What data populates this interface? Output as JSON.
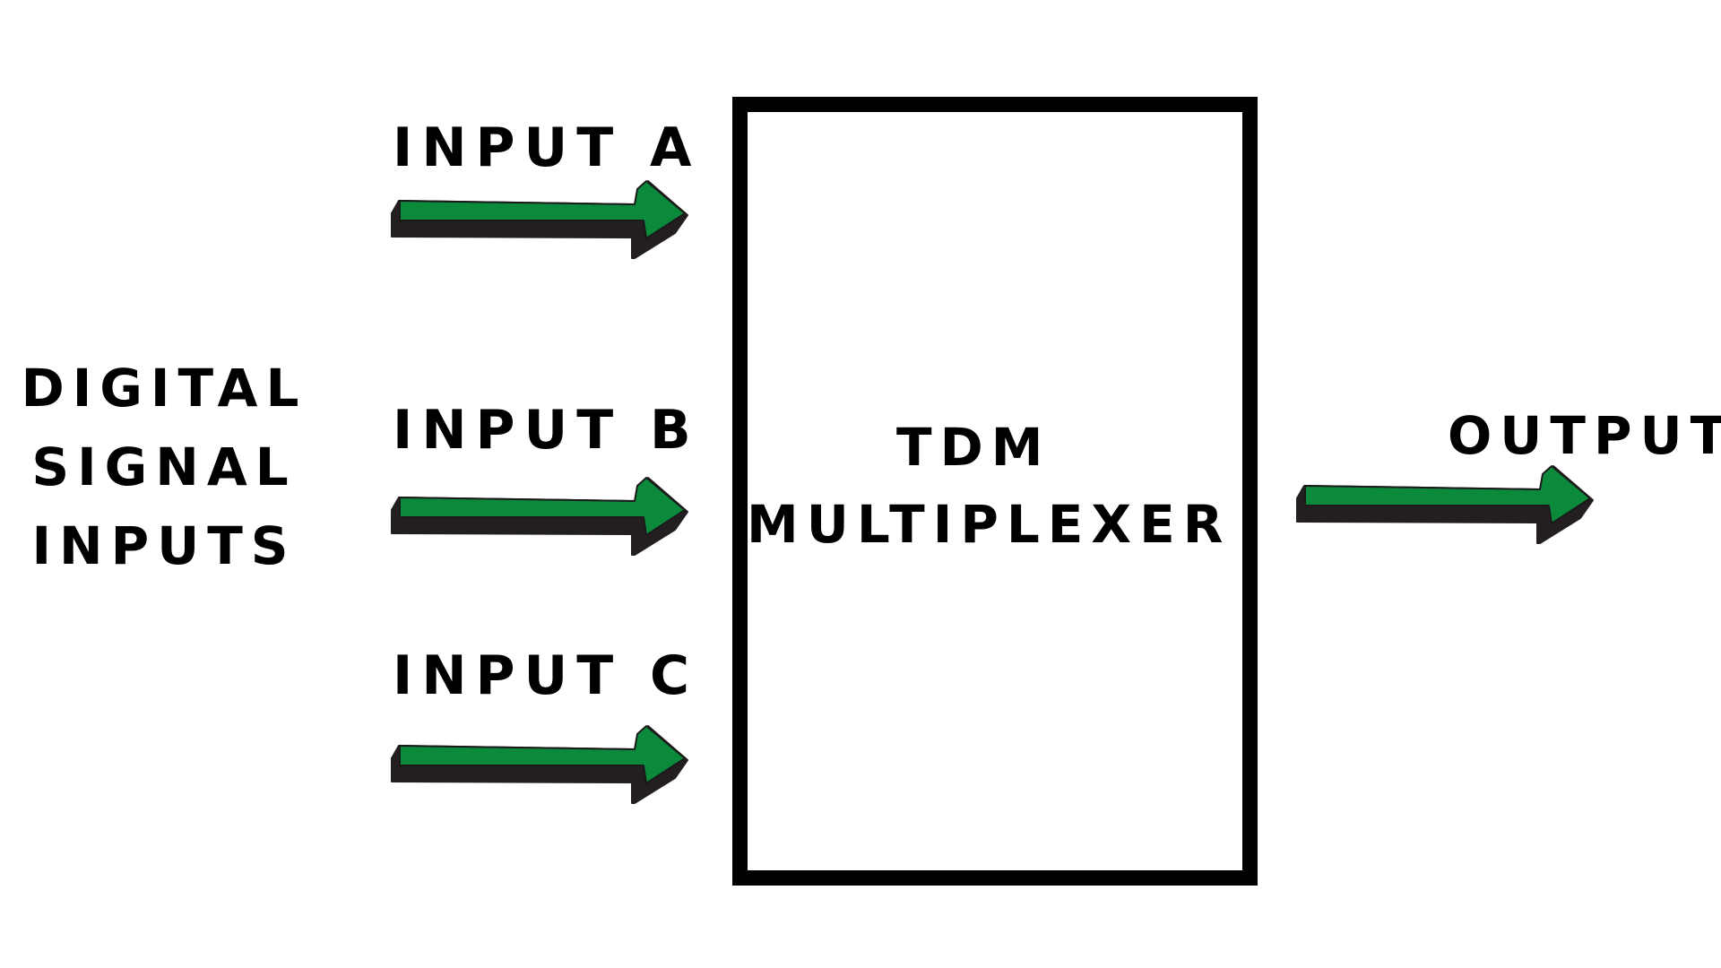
{
  "diagram": {
    "inputs": [
      {
        "label": "INPUT A"
      },
      {
        "label": "INPUT B"
      },
      {
        "label": "INPUT C"
      }
    ],
    "side_label": {
      "lines": [
        "DIGITAL",
        "SIGNAL",
        "INPUTS"
      ]
    },
    "multiplexer": {
      "line1": "TDM",
      "line2": "MULTIPLEXER"
    },
    "output": {
      "label": "OUTPUT"
    },
    "colors": {
      "arrow_fill": "#0B8A3C",
      "arrow_shadow": "#231F20",
      "box_border": "#000000",
      "text": "#000000",
      "background": "#FFFFFF"
    }
  }
}
